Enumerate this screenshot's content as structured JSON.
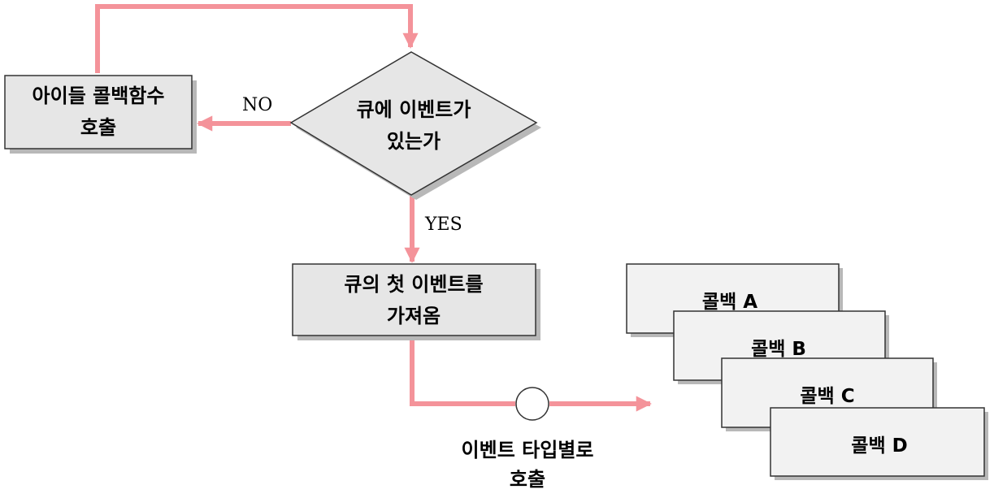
{
  "colors": {
    "arrow": "#f4939a",
    "box_fill": "#e6e6e6",
    "box_border": "#333333",
    "shadow": "#b8b8b8",
    "callback_fill": "#f2f2f2",
    "text": "#000000"
  },
  "nodes": {
    "idle_callback": {
      "line1": "아이들 콜백함수",
      "line2": "호출"
    },
    "queue_check": {
      "line1": "큐에 이벤트가",
      "line2": "있는가"
    },
    "fetch_event": {
      "line1": "큐의 첫 이벤트를",
      "line2": "가져옴"
    },
    "dispatch": {
      "line1": "이벤트 타입별로",
      "line2": "호출"
    }
  },
  "edges": {
    "no_label": "NO",
    "yes_label": "YES"
  },
  "callbacks": [
    {
      "label": "콜백 A"
    },
    {
      "label": "콜백 B"
    },
    {
      "label": "콜백 C"
    },
    {
      "label": "콜백 D"
    }
  ]
}
